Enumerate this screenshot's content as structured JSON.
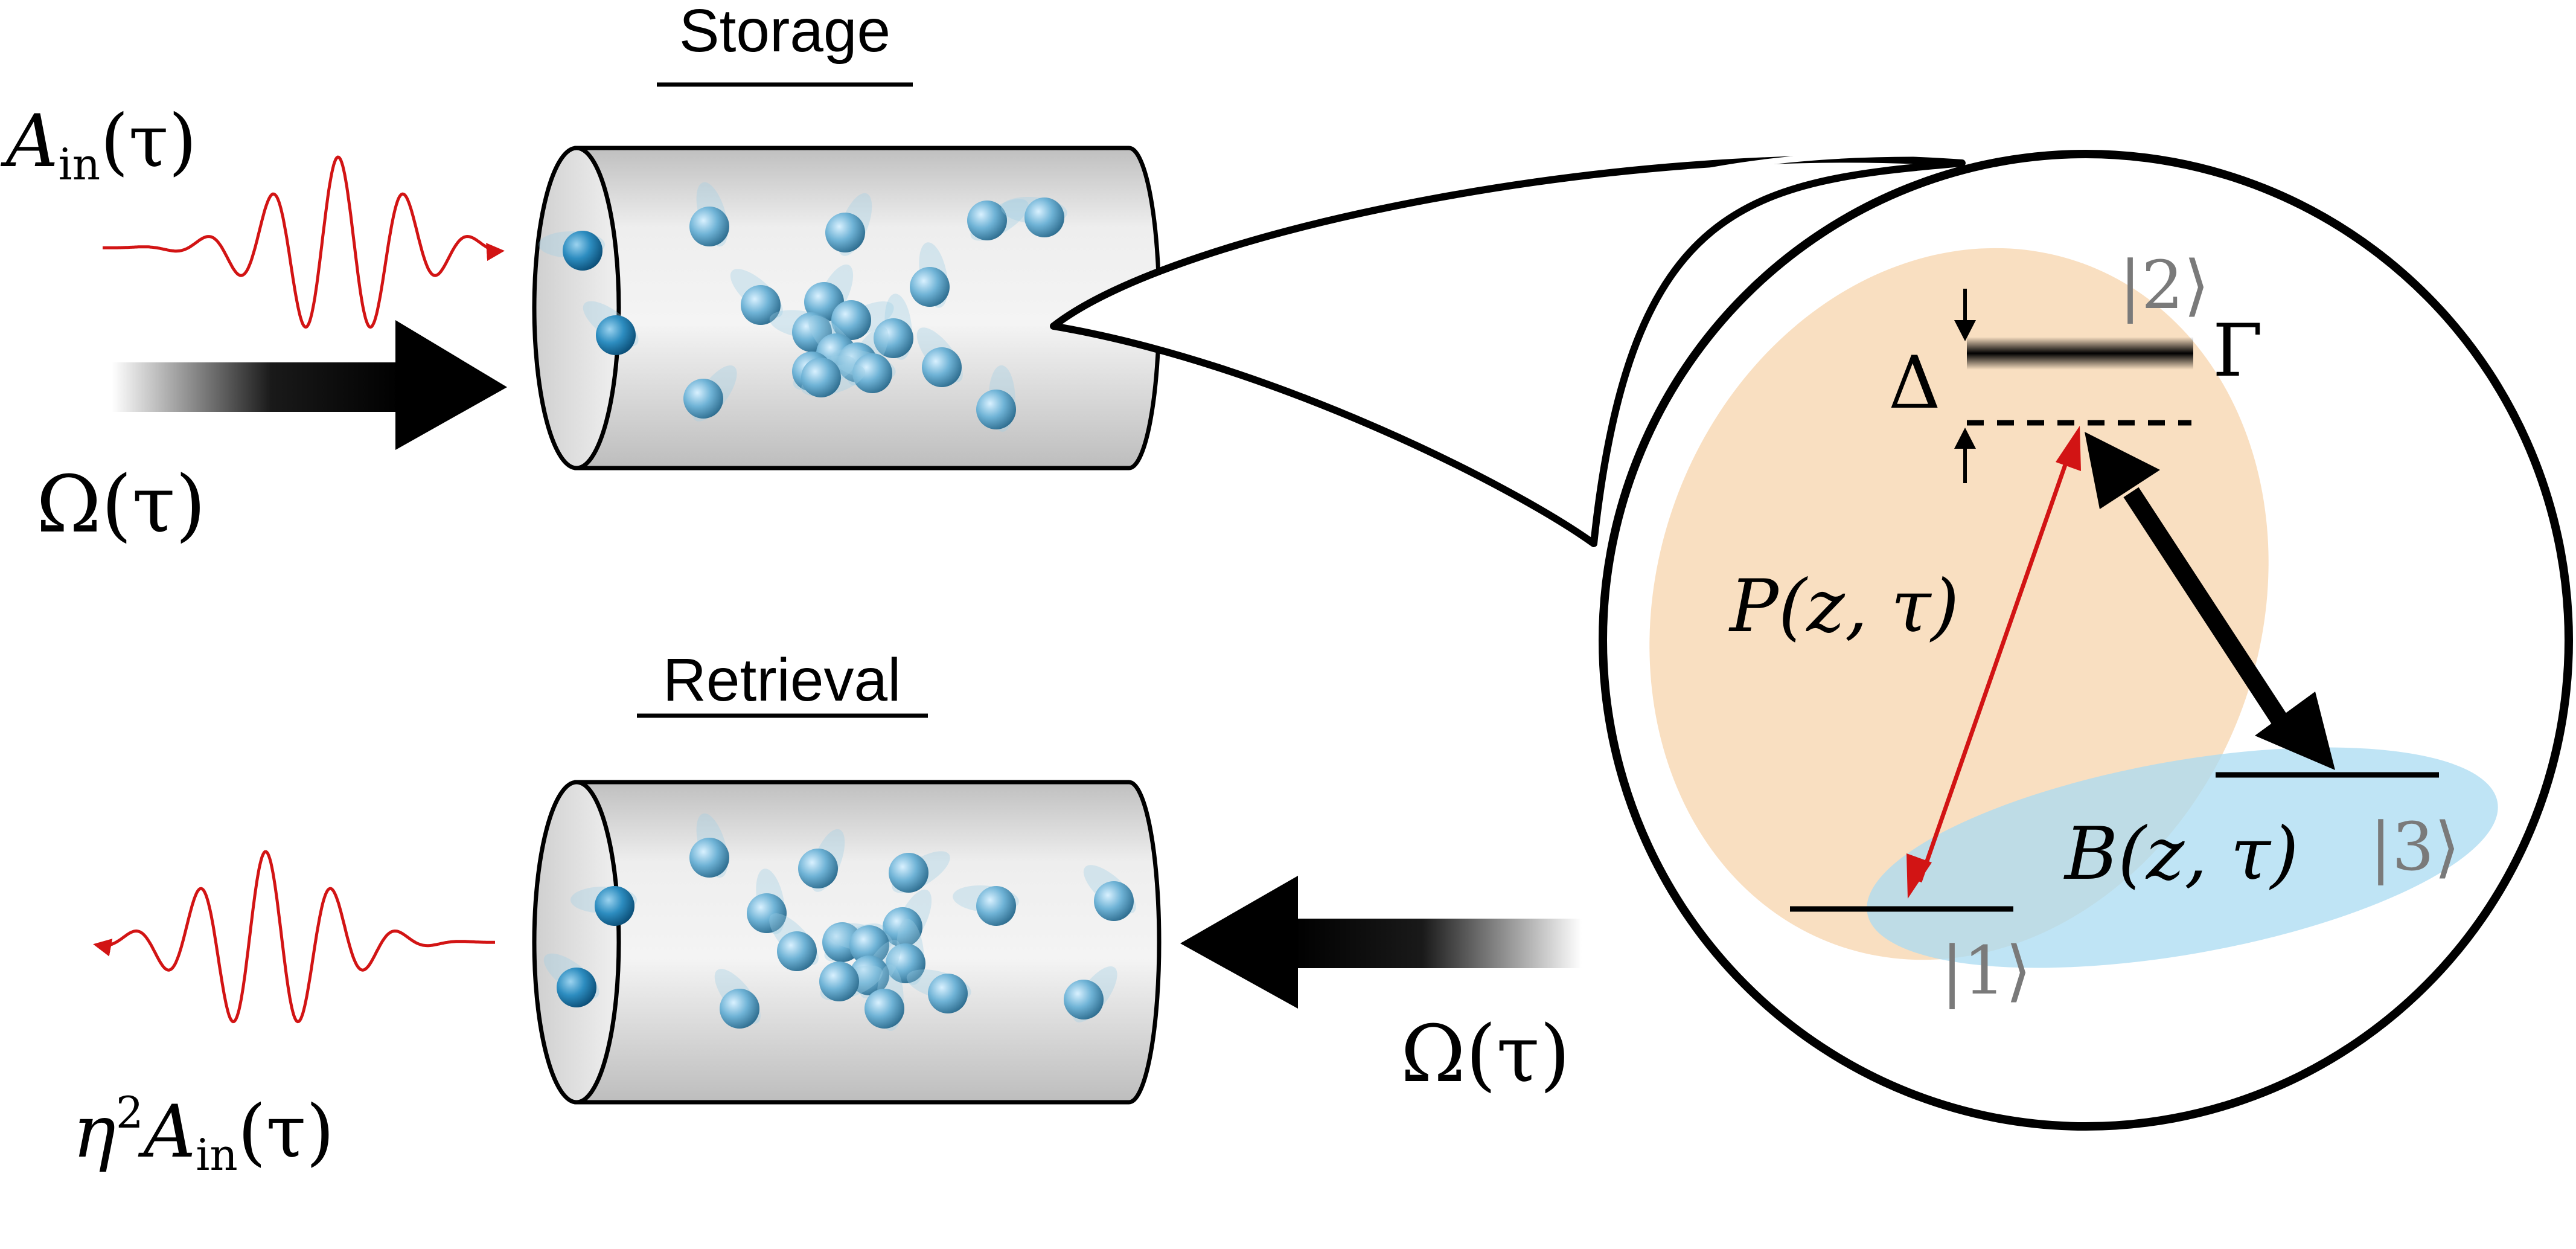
{
  "storage": {
    "title": "Storage",
    "input_pulse_label": "A",
    "input_pulse_sub": "in",
    "input_pulse_arg": "(τ)",
    "control_label": "Ω(τ)"
  },
  "retrieval": {
    "title": "Retrieval",
    "output_pulse_prefix": "η",
    "output_pulse_sup": "2",
    "output_pulse_label": "A",
    "output_pulse_sub": "in",
    "output_pulse_arg": "(τ)",
    "control_label": "Ω(τ)"
  },
  "level_scheme": {
    "level_1": "|1⟩",
    "level_2": "|2⟩",
    "level_3": "|3⟩",
    "detuning": "Δ",
    "linewidth": "Γ",
    "polarization": "P(z, τ)",
    "spin_wave": "B(z, τ)"
  },
  "colors": {
    "signal": "#d21414",
    "control": "#000000",
    "excited_region": "#f8dcbc",
    "ground_region": "#bfe4f5",
    "cell_body": "#d9d9d9",
    "atom": "#5a9ec0",
    "ket": "#7a7a7a"
  }
}
